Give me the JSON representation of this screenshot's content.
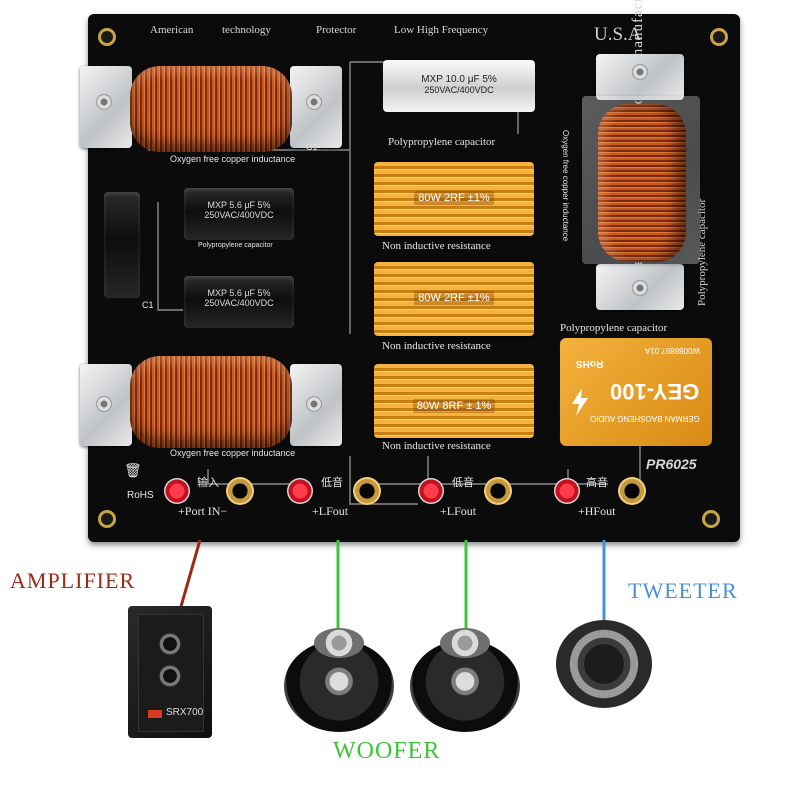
{
  "board": {
    "top_labels": [
      "American",
      "technology",
      "Protector",
      "Low High Frequency"
    ],
    "country": "U.S.A",
    "side_label_1": "American profeional technology manufacturing",
    "side_label_2": "Polypropylene capacitor",
    "coil_label": "Oxygen free copper inductance",
    "coil_label_vertical": "Oxygen free copper inductance",
    "model": "PR6025",
    "rohs": "RoHS",
    "poly_cap_label": "Polypropylene capacitor",
    "poly_cap_label_2": "Polypropylene capacitor",
    "poly_cap_label_3": "Polypropylene capacitor",
    "resistor_label": "Non inductive resistance",
    "c1": "C1"
  },
  "capacitors": {
    "top_white": {
      "line1": "MXP 10.0 μF  5%",
      "line2": "250VAC/400VDC"
    },
    "left_1": {
      "line1": "MXP 5.6 μF 5%",
      "line2": "250VAC/400VDC"
    },
    "left_2": {
      "line1": "MXP 5.6 μF 5%",
      "line2": "250VAC/400VDC"
    }
  },
  "resistors": [
    {
      "label": "80W  2RF ±1%"
    },
    {
      "label": "80W  2RF ±1%"
    },
    {
      "label": "80W  8RF ± 1%"
    }
  ],
  "protector": {
    "brand": "GEY",
    "model": "-100",
    "line": "GERMAN BAOSHENG AUDIO",
    "rohs": "RoHS",
    "part": "W0088897.01A"
  },
  "terminals": {
    "port_in": "+Port  IN−",
    "port_in_cn": "输入",
    "lfout_1": "+LFout",
    "lfout_1_cn": "低音",
    "lfout_2": "+LFout",
    "lfout_2_cn": "低音",
    "hfout": "+HFout",
    "hfout_cn": "高音"
  },
  "labels": {
    "amplifier": "AMPLIFIER",
    "woofer": "WOOFER",
    "tweeter": "TWEETER",
    "amp_model": "SRX700"
  },
  "colors": {
    "amplifier": "#9b2a14",
    "woofer": "#3ec43a",
    "tweeter": "#4a90d9",
    "board": "#0b0b0c",
    "gold": "#c9a542"
  }
}
